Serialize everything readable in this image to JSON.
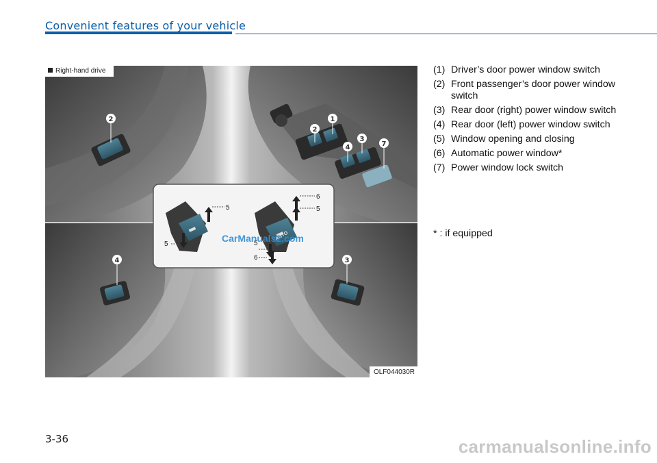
{
  "header": {
    "section_title": "Convenient features of your vehicle"
  },
  "figure": {
    "tag": "Right-hand drive",
    "code": "OLF044030R",
    "watermark": "CarManuals2.com",
    "callouts": [
      "2",
      "1",
      "2",
      "3",
      "4",
      "7",
      "4",
      "3"
    ],
    "inset_labels": [
      "5",
      "5",
      "6",
      "5",
      "5",
      "6"
    ],
    "auto_label": "AUTO"
  },
  "legend": {
    "items": [
      {
        "num": "(1)",
        "text": "Driver’s door power window switch"
      },
      {
        "num": "(2)",
        "text": "Front passenger’s door power window switch"
      },
      {
        "num": "(3)",
        "text": "Rear door (right) power window switch"
      },
      {
        "num": "(4)",
        "text": "Rear door (left) power window switch"
      },
      {
        "num": "(5)",
        "text": "Window opening and closing"
      },
      {
        "num": "(6)",
        "text": "Automatic power window*"
      },
      {
        "num": "(7)",
        "text": "Power window lock switch"
      }
    ],
    "footnote": "* : if equipped"
  },
  "page": {
    "number": "3-36"
  },
  "site": {
    "mark": "carmanualsonline.info"
  },
  "colors": {
    "accent": "#0b5ea8",
    "switch": "#3f6f82"
  }
}
